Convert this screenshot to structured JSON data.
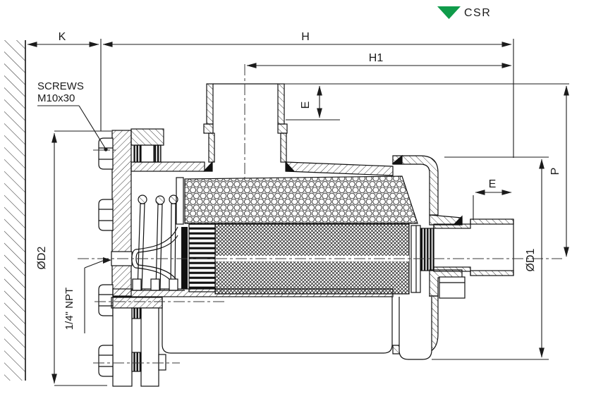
{
  "brand": {
    "name": "CSR",
    "logo_color": "#0f9b4a",
    "text_color": "#3a3a3a"
  },
  "dimension_labels": {
    "k": "K",
    "h": "H",
    "h1": "H1",
    "e_inlet": "E",
    "e_outlet": "E",
    "p": "P",
    "d1": "ØD1",
    "d2": "ØD2"
  },
  "callouts": {
    "screws_line1": "SCREWS",
    "screws_line2": "M10x30",
    "npt_port": "1/4\" NPT"
  }
}
